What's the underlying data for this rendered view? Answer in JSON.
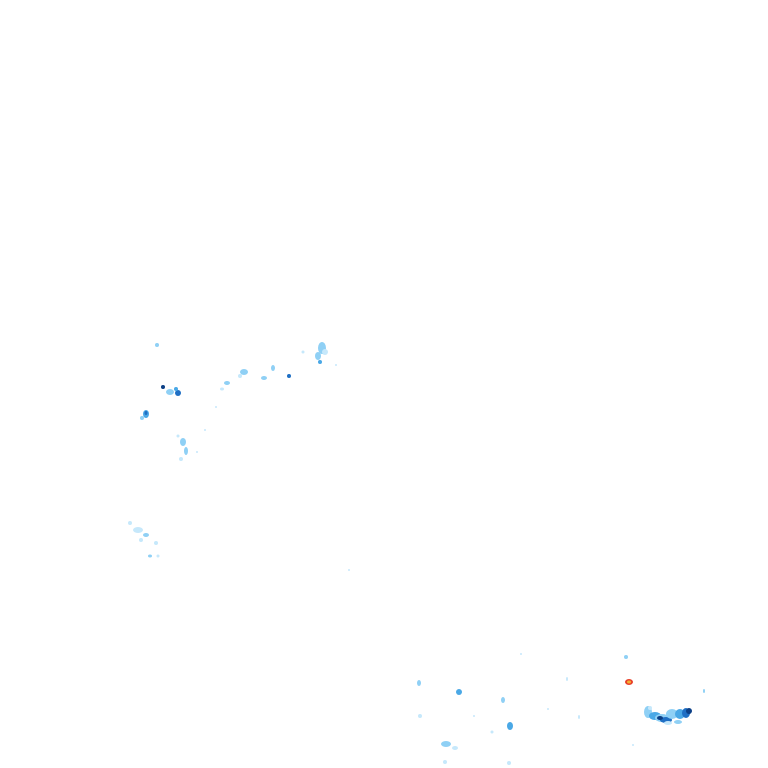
{
  "map": {
    "type": "precipitation-radar-overlay",
    "background_color": "#ffffff",
    "intensity_colors": {
      "very_light": "#c6e8fb",
      "light": "#8fd0f5",
      "moderate": "#4aa8e6",
      "heavy": "#1f6fc4",
      "very_heavy": "#0b3f86",
      "extreme": "#e8402a",
      "extreme_core": "#f2b233"
    },
    "echo_clusters": [
      {
        "id": "northwest-band",
        "intensity": "light"
      },
      {
        "id": "west-cell",
        "intensity": "heavy"
      },
      {
        "id": "southwest-scatter",
        "intensity": "very_light"
      },
      {
        "id": "south-scatter",
        "intensity": "moderate"
      },
      {
        "id": "southeast-core",
        "intensity": "extreme"
      },
      {
        "id": "southeast-band",
        "intensity": "very_heavy"
      }
    ]
  }
}
